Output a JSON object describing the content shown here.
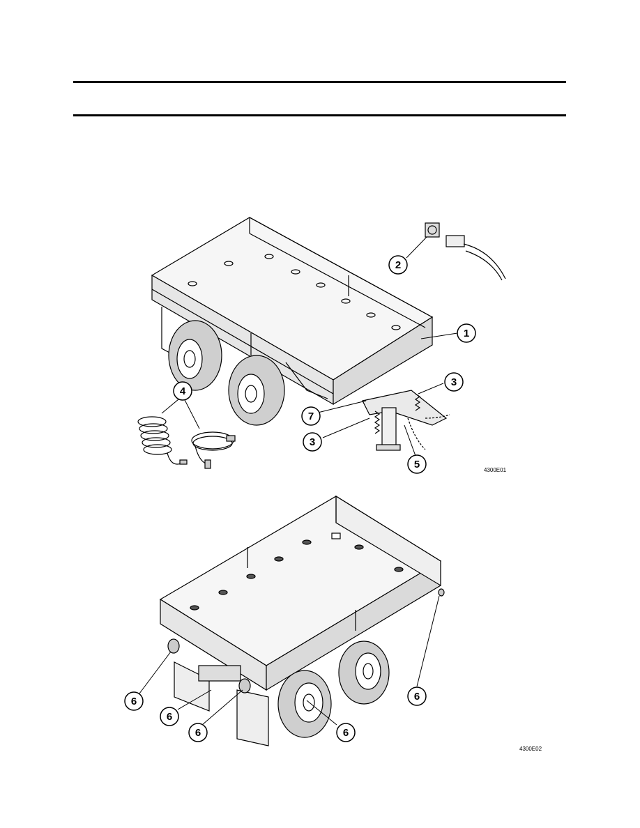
{
  "figure1": {
    "id_label": "4300E01",
    "callouts": [
      {
        "key": "c1",
        "text": "1"
      },
      {
        "key": "c2",
        "text": "2"
      },
      {
        "key": "c3a",
        "text": "3"
      },
      {
        "key": "c3b",
        "text": "3"
      },
      {
        "key": "c4",
        "text": "4"
      },
      {
        "key": "c5",
        "text": "5"
      },
      {
        "key": "c7",
        "text": "7"
      }
    ]
  },
  "figure2": {
    "id_label": "4300E02",
    "callouts": [
      {
        "key": "c6a",
        "text": "6"
      },
      {
        "key": "c6b",
        "text": "6"
      },
      {
        "key": "c6c",
        "text": "6"
      },
      {
        "key": "c6d",
        "text": "6"
      },
      {
        "key": "c6e",
        "text": "6"
      }
    ]
  }
}
